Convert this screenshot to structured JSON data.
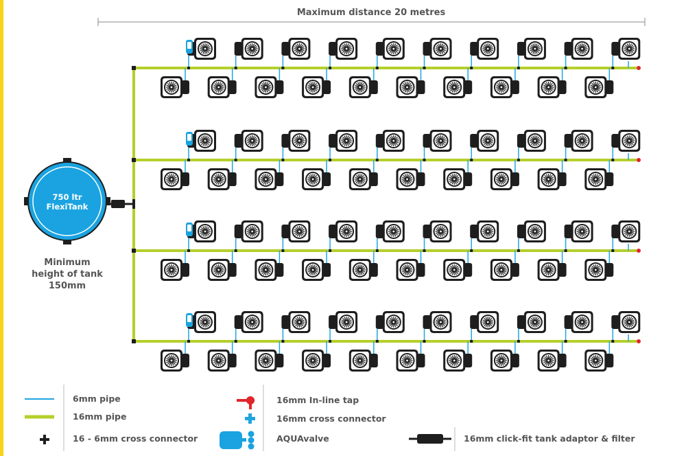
{
  "header": {
    "distance_label": "Maximum distance 20 metres"
  },
  "tank": {
    "line1": "750 ltr",
    "line2": "FlexiTank",
    "color": "#1aa3e0"
  },
  "tank_note": {
    "line1": "Minimum",
    "line2": "height of tank",
    "line3": "150mm"
  },
  "system": {
    "rows": 4,
    "pots_per_upper_row": 10,
    "pots_per_lower_row": 10,
    "aquavalves_per_row": 1
  },
  "legend": {
    "items": [
      {
        "icon": "thin-blue-line",
        "label": "6mm pipe"
      },
      {
        "icon": "thick-green-line",
        "label": "16mm pipe"
      },
      {
        "icon": "black-cross",
        "label": "16 - 6mm cross connector"
      },
      {
        "icon": "red-tap",
        "label": "16mm In-line tap"
      },
      {
        "icon": "blue-cross",
        "label": "16mm cross connector"
      },
      {
        "icon": "aquavalve",
        "label": "AQUAvalve"
      },
      {
        "icon": "tank-adaptor",
        "label": "16mm click-fit tank adaptor & filter"
      }
    ]
  },
  "colors": {
    "pipe_16mm": "#b5cf2a",
    "pipe_6mm": "#1fa5df",
    "tap": "#e0262b",
    "pot": "#1e1e1e",
    "text": "#555555",
    "accent_yellow": "#f7d417"
  }
}
